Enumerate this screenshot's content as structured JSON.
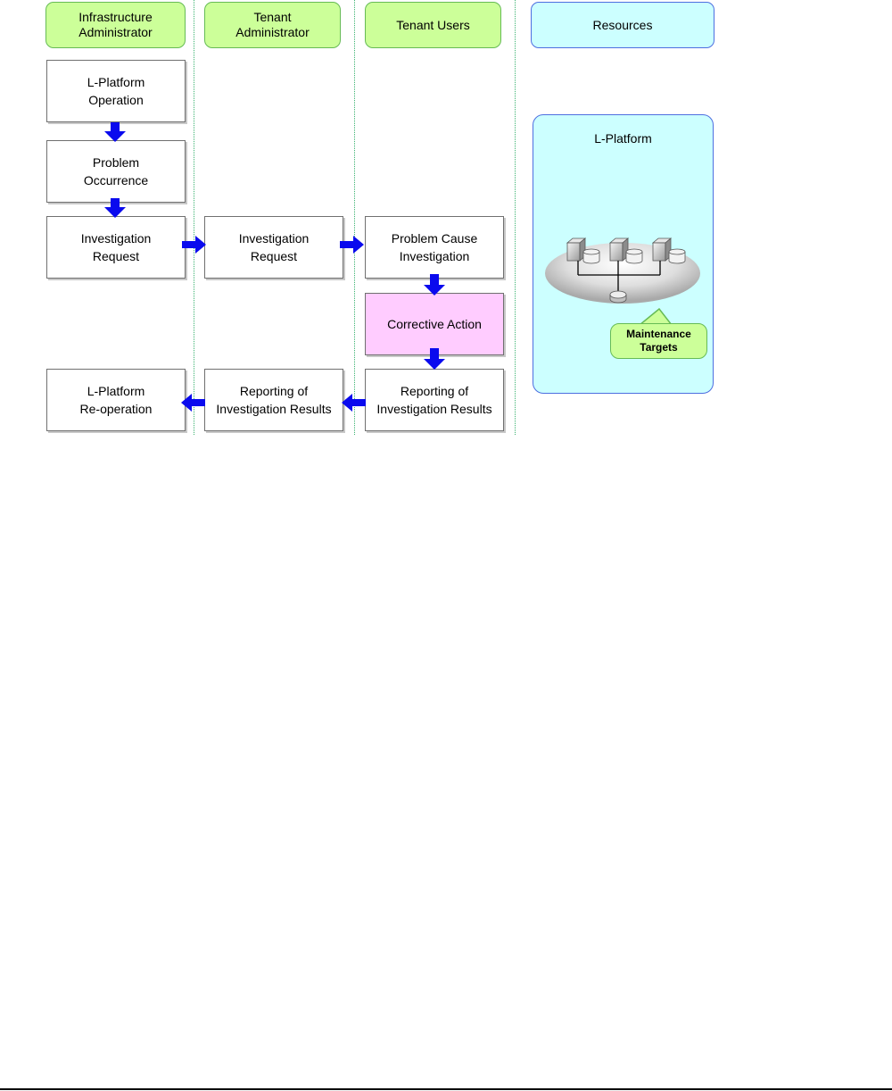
{
  "lanes": {
    "infra_admin": "Infrastructure\nAdministrator",
    "tenant_admin": "Tenant\nAdministrator",
    "tenant_users": "Tenant Users",
    "resources": "Resources"
  },
  "steps": {
    "lplatform_operation": "L-Platform\nOperation",
    "problem_occurrence": "Problem\nOccurrence",
    "infra_investigation_request": "Investigation\nRequest",
    "lplatform_reoperation": "L-Platform\nRe-operation",
    "tenant_investigation_request": "Investigation\nRequest",
    "tenant_reporting": "Reporting of\nInvestigation Results",
    "problem_cause_investigation": "Problem Cause\nInvestigation",
    "corrective_action": "Corrective Action",
    "users_reporting": "Reporting of\nInvestigation Results"
  },
  "resources": {
    "lplatform_title": "L-Platform",
    "maintenance_targets": "Maintenance\nTargets"
  },
  "colors": {
    "lane_header_fill": "#ccff99",
    "resource_fill": "#ccffff",
    "highlight_fill": "#ffccff",
    "arrow": "#0a0aee"
  }
}
